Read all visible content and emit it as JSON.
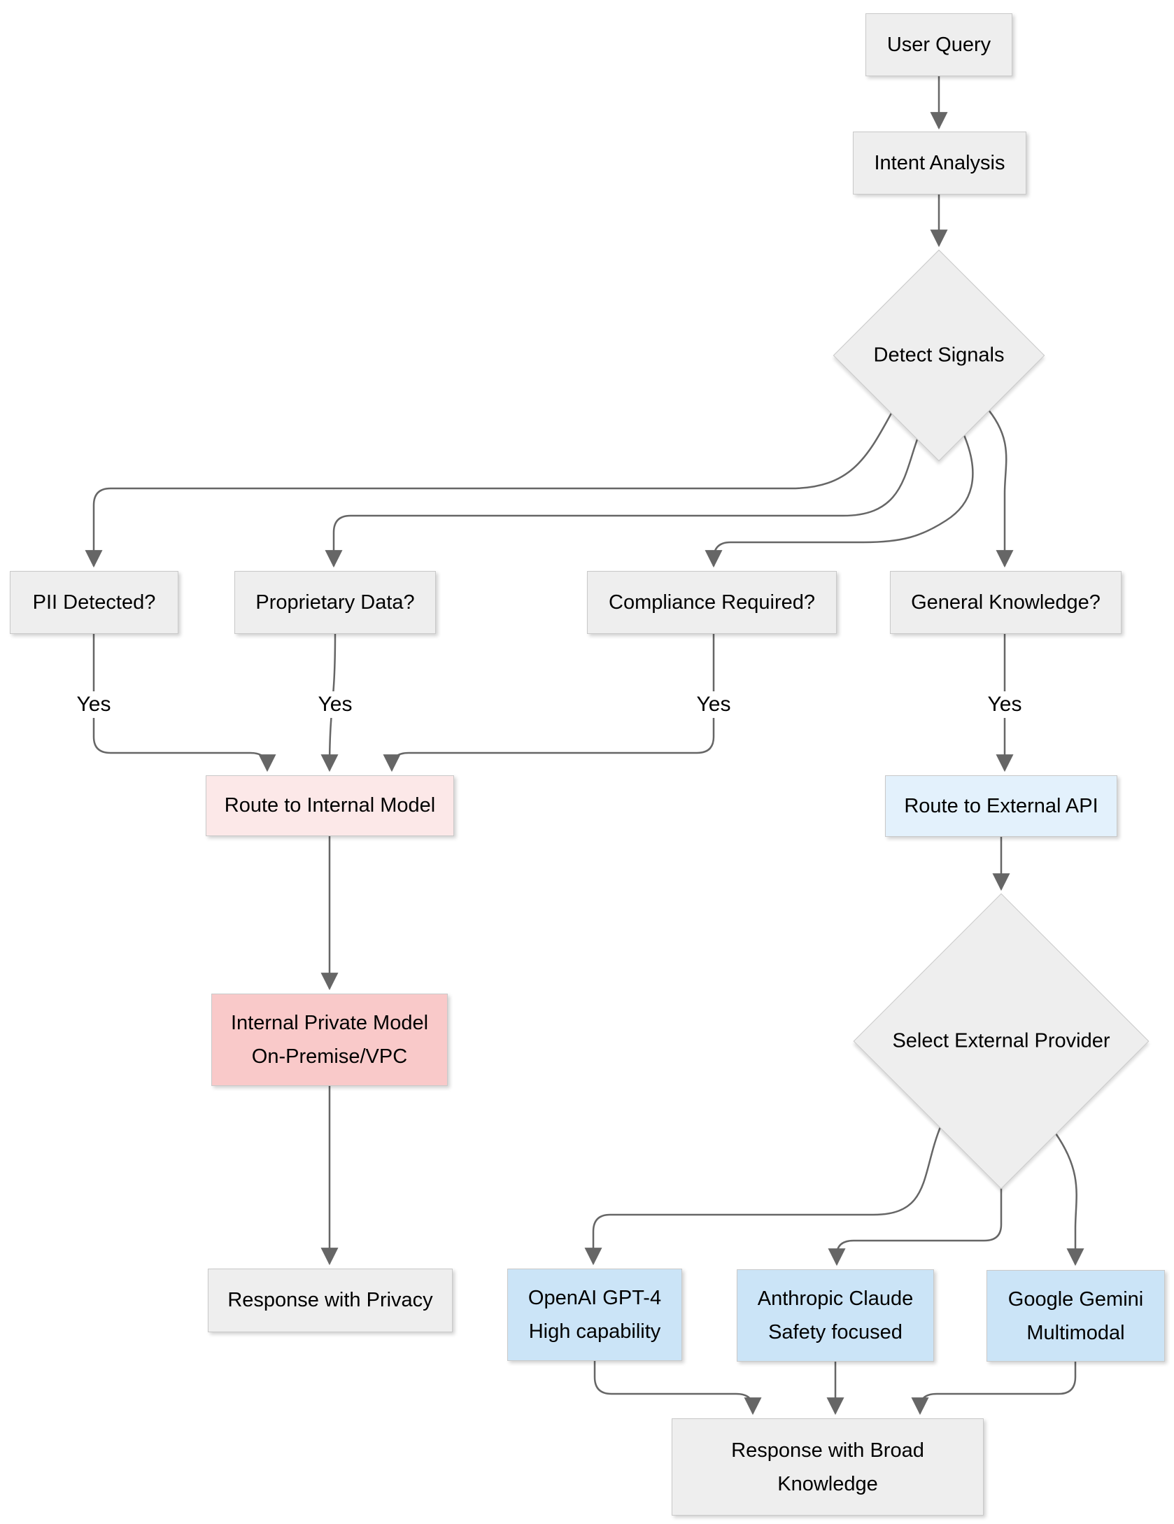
{
  "diagram": {
    "nodes": {
      "user_query": {
        "label": "User Query"
      },
      "intent_analysis": {
        "label": "Intent Analysis"
      },
      "detect_signals": {
        "label": "Detect Signals"
      },
      "pii_detected": {
        "label": "PII Detected?"
      },
      "proprietary_data": {
        "label": "Proprietary Data?"
      },
      "compliance_required": {
        "label": "Compliance Required?"
      },
      "general_knowledge": {
        "label": "General Knowledge?"
      },
      "route_internal": {
        "label": "Route to Internal Model"
      },
      "route_external": {
        "label": "Route to External API"
      },
      "internal_model": {
        "label_line1": "Internal Private Model",
        "label_line2": "On-Premise/VPC"
      },
      "select_provider": {
        "label": "Select External Provider"
      },
      "response_privacy": {
        "label": "Response with Privacy"
      },
      "openai": {
        "label_line1": "OpenAI GPT-4",
        "label_line2": "High capability"
      },
      "anthropic": {
        "label_line1": "Anthropic Claude",
        "label_line2": "Safety focused"
      },
      "google": {
        "label_line1": "Google Gemini",
        "label_line2": "Multimodal"
      },
      "response_broad": {
        "label_line1": "Response with Broad",
        "label_line2": "Knowledge"
      }
    },
    "edge_label_yes": "Yes",
    "colors": {
      "node_gray_fill": "#eeeeee",
      "node_border": "#c9c9c9",
      "pink_light_fill": "#fce8e8",
      "pink_fill": "#f9c9c9",
      "blue_light_fill": "#e3f1fc",
      "blue_fill": "#cbe4f7",
      "edge_stroke": "#666666",
      "text_color": "#000000",
      "background": "#ffffff"
    }
  }
}
